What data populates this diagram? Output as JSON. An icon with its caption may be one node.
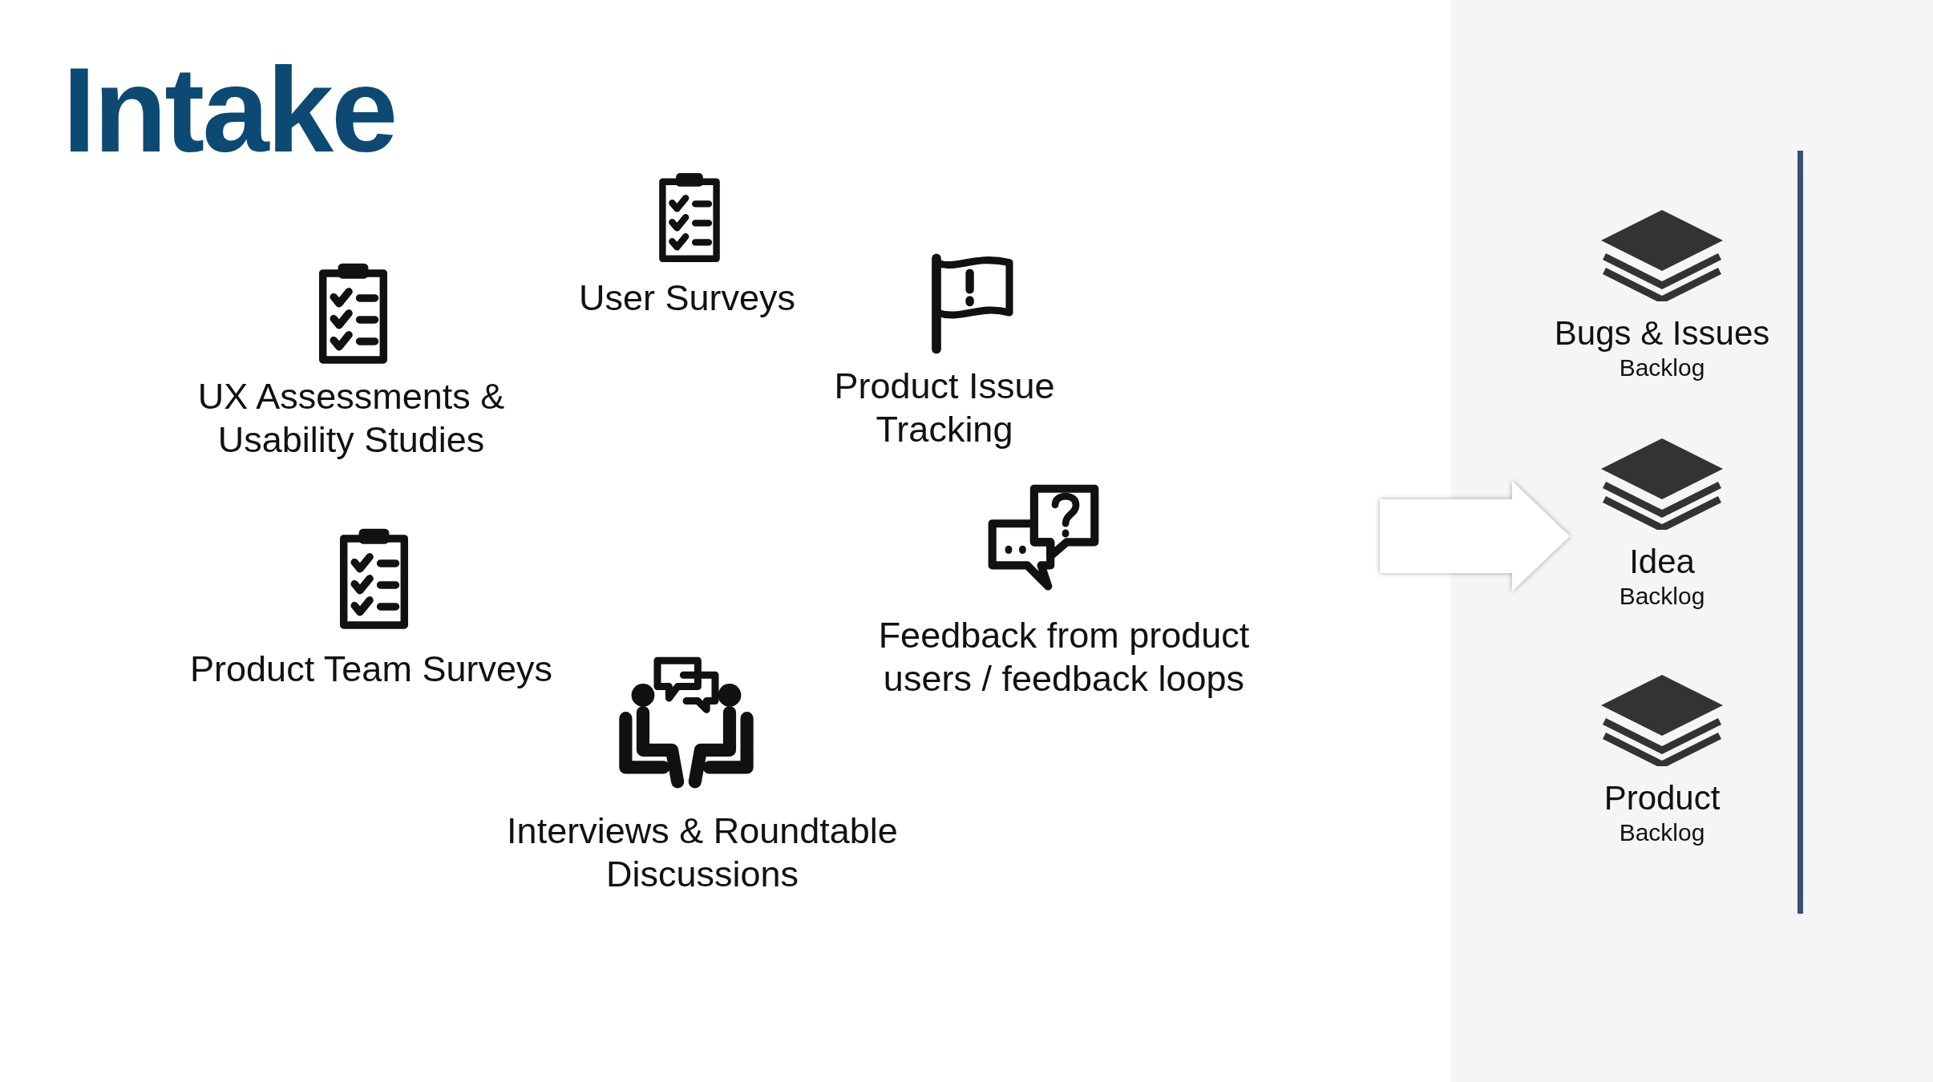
{
  "diagram": {
    "title": "Intake",
    "nodes": [
      {
        "text": [],
        "shape": "box"
      },
      {
        "text": [
          "Bugs & Issues",
          "Backlog"
        ],
        "in": 0
      },
      {
        "text": [
          "Idea",
          "Backlog"
        ],
        "in": 0
      },
      {
        "text": [
          "Product",
          "Backlog"
        ],
        "in": 0
      }
    ],
    "edges": [
      {
        "from": null,
        "to": 2,
        "arrow": "to"
      }
    ],
    "labels": [
      "User Surveys",
      "UX Assessments & Usability Studies",
      "Product Issue Tracking",
      "Feedback from product users / feedback loops",
      "Product Team Surveys",
      "Interviews & Roundtable Discussions"
    ]
  }
}
